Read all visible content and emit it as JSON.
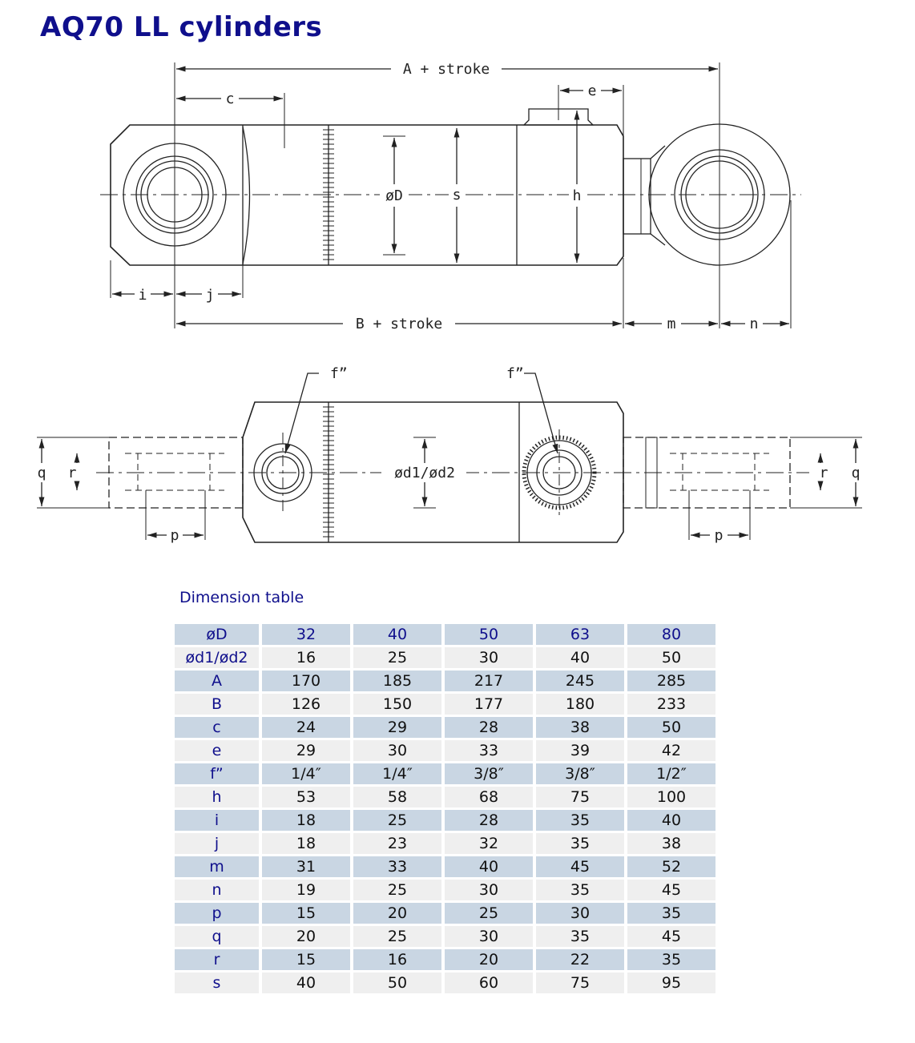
{
  "title": "AQ70 LL cylinders",
  "drawing": {
    "labels": {
      "A_stroke": "A + stroke",
      "B_stroke": "B + stroke",
      "c": "c",
      "e": "e",
      "i": "i",
      "j": "j",
      "m": "m",
      "n": "n",
      "oD": "øD",
      "s": "s",
      "h": "h",
      "f_left": "f”",
      "f_right": "f”",
      "od1od2": "ød1/ød2",
      "q_left": "q",
      "r_left": "r",
      "p_left": "p",
      "q_right": "q",
      "r_right": "r",
      "p_right": "p"
    }
  },
  "table": {
    "caption": "Dimension table",
    "header": [
      "øD",
      "32",
      "40",
      "50",
      "63",
      "80"
    ],
    "rows": [
      [
        "ød1/ød2",
        "16",
        "25",
        "30",
        "40",
        "50"
      ],
      [
        "A",
        "170",
        "185",
        "217",
        "245",
        "285"
      ],
      [
        "B",
        "126",
        "150",
        "177",
        "180",
        "233"
      ],
      [
        "c",
        "24",
        "29",
        "28",
        "38",
        "50"
      ],
      [
        "e",
        "29",
        "30",
        "33",
        "39",
        "42"
      ],
      [
        "f”",
        "1/4″",
        "1/4″",
        "3/8″",
        "3/8″",
        "1/2″"
      ],
      [
        "h",
        "53",
        "58",
        "68",
        "75",
        "100"
      ],
      [
        "i",
        "18",
        "25",
        "28",
        "35",
        "40"
      ],
      [
        "j",
        "18",
        "23",
        "32",
        "35",
        "38"
      ],
      [
        "m",
        "31",
        "33",
        "40",
        "45",
        "52"
      ],
      [
        "n",
        "19",
        "25",
        "30",
        "35",
        "45"
      ],
      [
        "p",
        "15",
        "20",
        "25",
        "30",
        "35"
      ],
      [
        "q",
        "20",
        "25",
        "30",
        "35",
        "45"
      ],
      [
        "r",
        "15",
        "16",
        "20",
        "22",
        "35"
      ],
      [
        "s",
        "40",
        "50",
        "60",
        "75",
        "95"
      ]
    ]
  }
}
